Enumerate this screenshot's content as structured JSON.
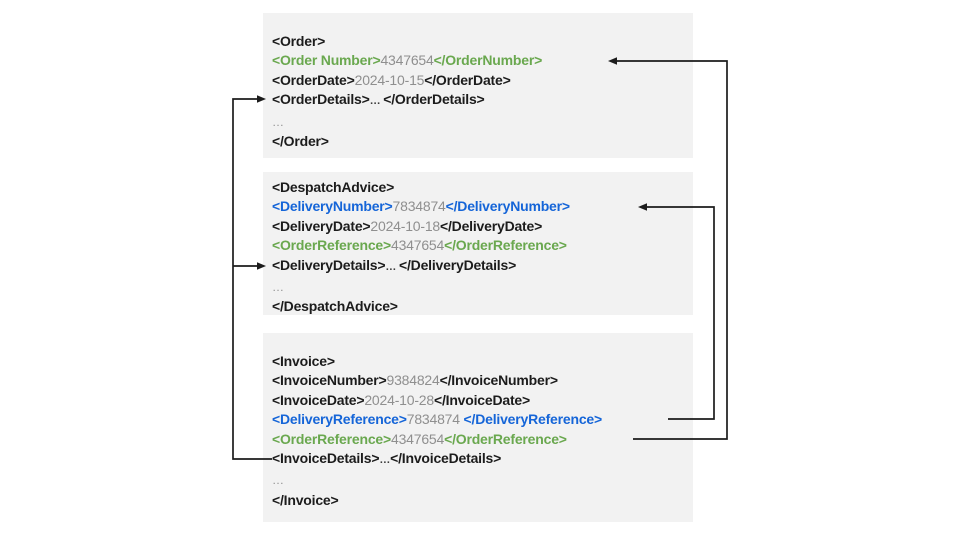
{
  "palette": {
    "block_background": "#f2f2f2",
    "tag_black": "#1c1c1c",
    "order_link_green": "#6aa84f",
    "delivery_link_blue": "#1565d8",
    "value_gray": "#8f8f8f",
    "arrow_black": "#1c1c1c"
  },
  "blocks": [
    {
      "name": "order-xml",
      "lines": [
        {
          "segs": [
            [
              "tag",
              "<Order>"
            ]
          ]
        },
        {
          "segs": [
            [
              "green",
              "<Order Number>"
            ],
            [
              "value",
              "4347654"
            ],
            [
              "green",
              "</OrderNumber>"
            ]
          ]
        },
        {
          "segs": [
            [
              "tag",
              "<OrderDate>"
            ],
            [
              "value",
              "2024-10-15"
            ],
            [
              "tag",
              "</OrderDate>"
            ]
          ]
        },
        {
          "segs": [
            [
              "tag",
              "<OrderDetails>"
            ],
            [
              "dots",
              "… "
            ],
            [
              "tag",
              "</OrderDetails>"
            ]
          ]
        },
        {
          "segs": [
            [
              "dots2",
              "…"
            ]
          ]
        },
        {
          "segs": [
            [
              "tag",
              "</Order>"
            ]
          ]
        }
      ]
    },
    {
      "name": "despatch-advice-xml",
      "lines": [
        {
          "segs": [
            [
              "tag",
              "<DespatchAdvice>"
            ]
          ]
        },
        {
          "segs": [
            [
              "blue",
              "<DeliveryNumber>"
            ],
            [
              "value",
              "7834874"
            ],
            [
              "blue",
              "</DeliveryNumber>"
            ]
          ]
        },
        {
          "segs": [
            [
              "tag",
              "<DeliveryDate>"
            ],
            [
              "value",
              "2024-10-18"
            ],
            [
              "tag",
              "</DeliveryDate>"
            ]
          ]
        },
        {
          "segs": [
            [
              "green",
              "<OrderReference>"
            ],
            [
              "value",
              "4347654"
            ],
            [
              "green",
              "</OrderReference>"
            ]
          ]
        },
        {
          "segs": [
            [
              "tag",
              "<DeliveryDetails>"
            ],
            [
              "dots",
              "… "
            ],
            [
              "tag",
              "</DeliveryDetails>"
            ]
          ]
        },
        {
          "segs": [
            [
              "dots2",
              "…"
            ]
          ]
        },
        {
          "segs": [
            [
              "tag",
              "</DespatchAdvice>"
            ]
          ]
        }
      ]
    },
    {
      "name": "invoice-xml",
      "lines": [
        {
          "segs": [
            [
              "tag",
              "<Invoice>"
            ]
          ]
        },
        {
          "segs": [
            [
              "tag",
              "<InvoiceNumber>"
            ],
            [
              "value",
              "9384824"
            ],
            [
              "tag",
              "</InvoiceNumber>"
            ]
          ]
        },
        {
          "segs": [
            [
              "tag",
              "<InvoiceDate>"
            ],
            [
              "value",
              "2024-10-28"
            ],
            [
              "tag",
              "</InvoiceDate>"
            ]
          ]
        },
        {
          "segs": [
            [
              "blue",
              "<DeliveryReference>"
            ],
            [
              "value",
              "7834874 "
            ],
            [
              "blue",
              "</DeliveryReference>"
            ]
          ]
        },
        {
          "segs": [
            [
              "green",
              "<OrderReference>"
            ],
            [
              "value",
              "4347654"
            ],
            [
              "green",
              "</OrderReference>"
            ]
          ]
        },
        {
          "segs": [
            [
              "tag",
              "<InvoiceDetails>"
            ],
            [
              "dots",
              "…"
            ],
            [
              "tag",
              "</InvoiceDetails>"
            ]
          ]
        },
        {
          "segs": [
            [
              "dots2",
              "…"
            ]
          ]
        },
        {
          "segs": [
            [
              "tag",
              "</Invoice>"
            ]
          ]
        }
      ]
    }
  ],
  "arrows": [
    {
      "name": "invoice-orderreference-to-order-ordernumber",
      "color": "black"
    },
    {
      "name": "invoice-deliveryreference-to-despatch-deliverynumber",
      "color": "black"
    },
    {
      "name": "invoice-invoicedetails-to-order-orderdetails",
      "color": "black"
    },
    {
      "name": "invoice-invoicedetails-to-despatch-deliverydetails",
      "color": "black"
    }
  ]
}
